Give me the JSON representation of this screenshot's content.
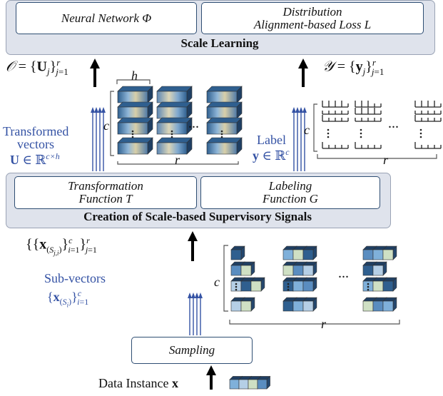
{
  "top_panel": {
    "box1": "Neural Network  Φ",
    "box2_line1": "Distribution",
    "box2_line2": "Alignment-based Loss L",
    "title": "Scale Learning"
  },
  "mid_panel": {
    "box1_line1": "Transformation",
    "box1_line2": "Function T",
    "box2_line1": "Labeling",
    "box2_line2": "Function G",
    "title": "Creation of Scale-based Supervisory Signals"
  },
  "sampling_label": "Sampling",
  "left_output_formula": "𝒪 = {U_j}_{j=1}^r",
  "right_output_formula": "𝒴 = {y_j}_{j=1}^r",
  "transformed_label": [
    "Transformed",
    "vectors"
  ],
  "transformed_formula": "U ∈ ℝ^{c×h}",
  "label_text": "Label",
  "label_formula": "y ∈ ℝ^c",
  "middle_set_formula": "{{x_(S_{j,i})}_{i=1}^c}_{j=1}^r",
  "subvectors_label": "Sub-vectors",
  "subvectors_formula": "{x_(S_i)}_{i=1}^c",
  "data_instance_label": "Data Instance",
  "data_instance_symbol": "x",
  "dim_h": "h",
  "dim_c": "c",
  "dim_r": "r",
  "ellipsis": "...",
  "colors": {
    "accent_blue": "#3452a4",
    "panel": "#dfe3ec",
    "box_border": "#2f4e73"
  },
  "icons": [
    "up-arrow-icon",
    "cube-icon",
    "tally-icon"
  ]
}
